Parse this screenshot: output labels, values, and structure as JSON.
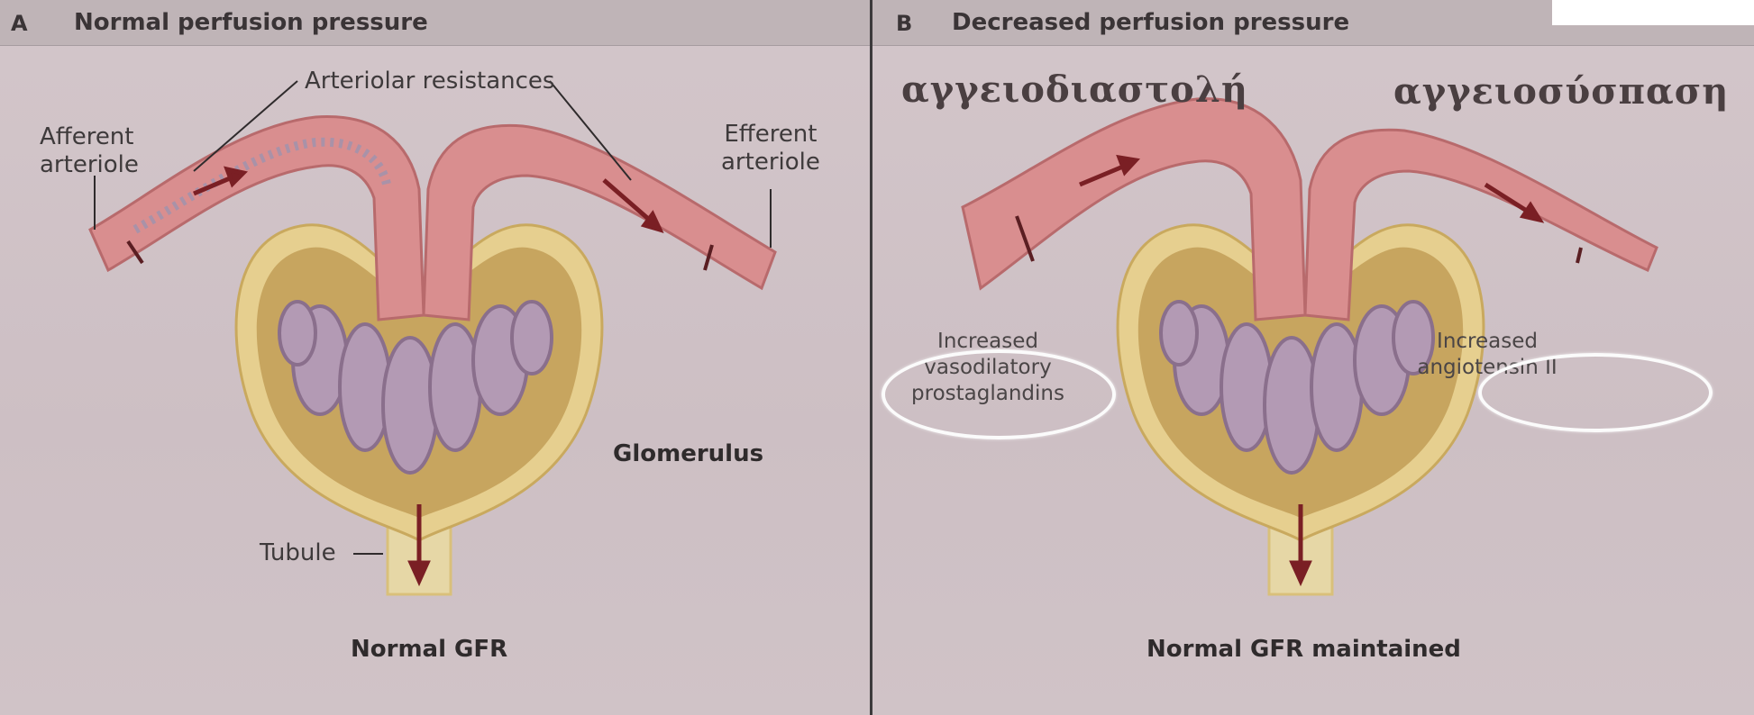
{
  "panel_a": {
    "letter": "A",
    "title": "Normal perfusion pressure",
    "labels": {
      "arteriolar_resistances": "Arteriolar resistances",
      "afferent": "Afferent\narteriole",
      "efferent": "Efferent\narteriole",
      "glomerulus": "Glomerulus",
      "tubule": "Tubule",
      "result": "Normal GFR"
    }
  },
  "panel_b": {
    "letter": "B",
    "title": "Decreased perfusion pressure",
    "labels": {
      "prostaglandins": "Increased\nvasodilatory\nprostaglandins",
      "angiotensin": "Increased\nangiotensin II",
      "result": "Normal GFR maintained"
    },
    "greek_left": "αγγειοδιαστολή",
    "greek_right": "αγγειοσύσπαση"
  },
  "colors": {
    "background": "#cfc1c6",
    "arteriole": "#d98e8f",
    "capsule": "#e1c98d",
    "capillary": "#a48ba6",
    "arrow": "#7a1f24",
    "annotation": "#ffffff"
  }
}
